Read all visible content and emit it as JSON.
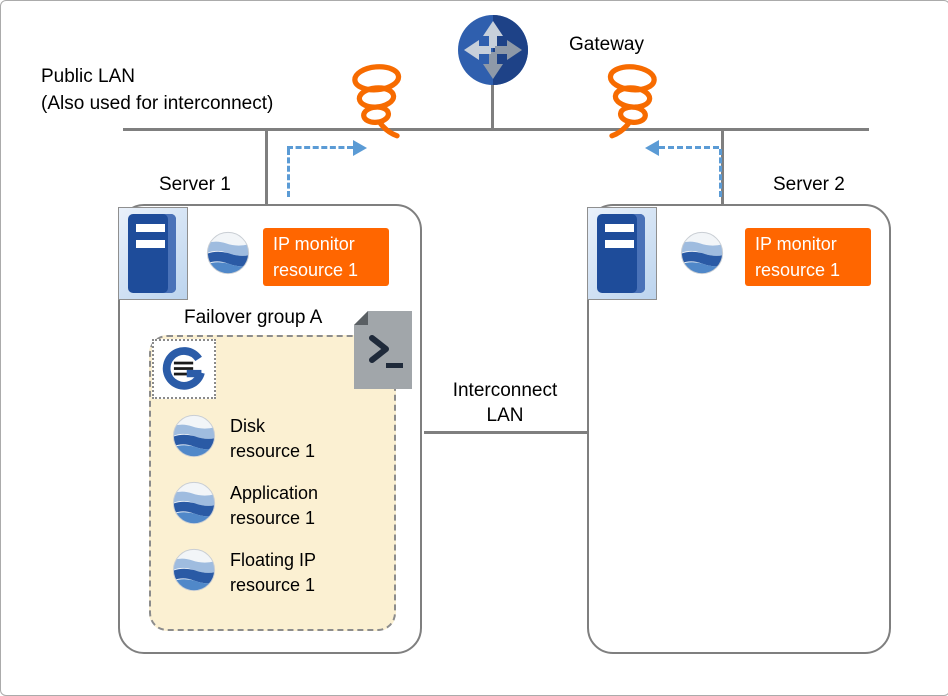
{
  "labels": {
    "public_lan_line1": "Public LAN",
    "public_lan_line2": "(Also used for interconnect)",
    "gateway": "Gateway",
    "server1": "Server 1",
    "server2": "Server 2",
    "failover_group": "Failover group A",
    "interconnect_line1": "Interconnect",
    "interconnect_line2": "LAN"
  },
  "badges": {
    "ip_monitor_server1": {
      "line1": "IP monitor",
      "line2": "resource 1"
    },
    "ip_monitor_server2": {
      "line1": "IP monitor",
      "line2": "resource 1"
    }
  },
  "resources": [
    {
      "line1": "Disk",
      "line2": "resource 1"
    },
    {
      "line1": "Application",
      "line2": "resource 1"
    },
    {
      "line1": "Floating IP",
      "line2": "resource 1"
    }
  ],
  "icons": {
    "gateway": "router-circle-with-arrows",
    "server": "server-tower",
    "resource": "blue-wave-globe",
    "group": "cluster-group-g",
    "script": "script-terminal-page",
    "signal": "orange-coil"
  },
  "colors": {
    "orange": "#FF6600",
    "arrow_blue": "#5B9BD5",
    "line_gray": "#7F7F7F",
    "failover_fill": "#FBF0D2",
    "server_blue": "#1E4C9A",
    "globe_dark": "#2A5AA5",
    "globe_mid": "#5088C9",
    "globe_light": "#9FBCDF"
  }
}
